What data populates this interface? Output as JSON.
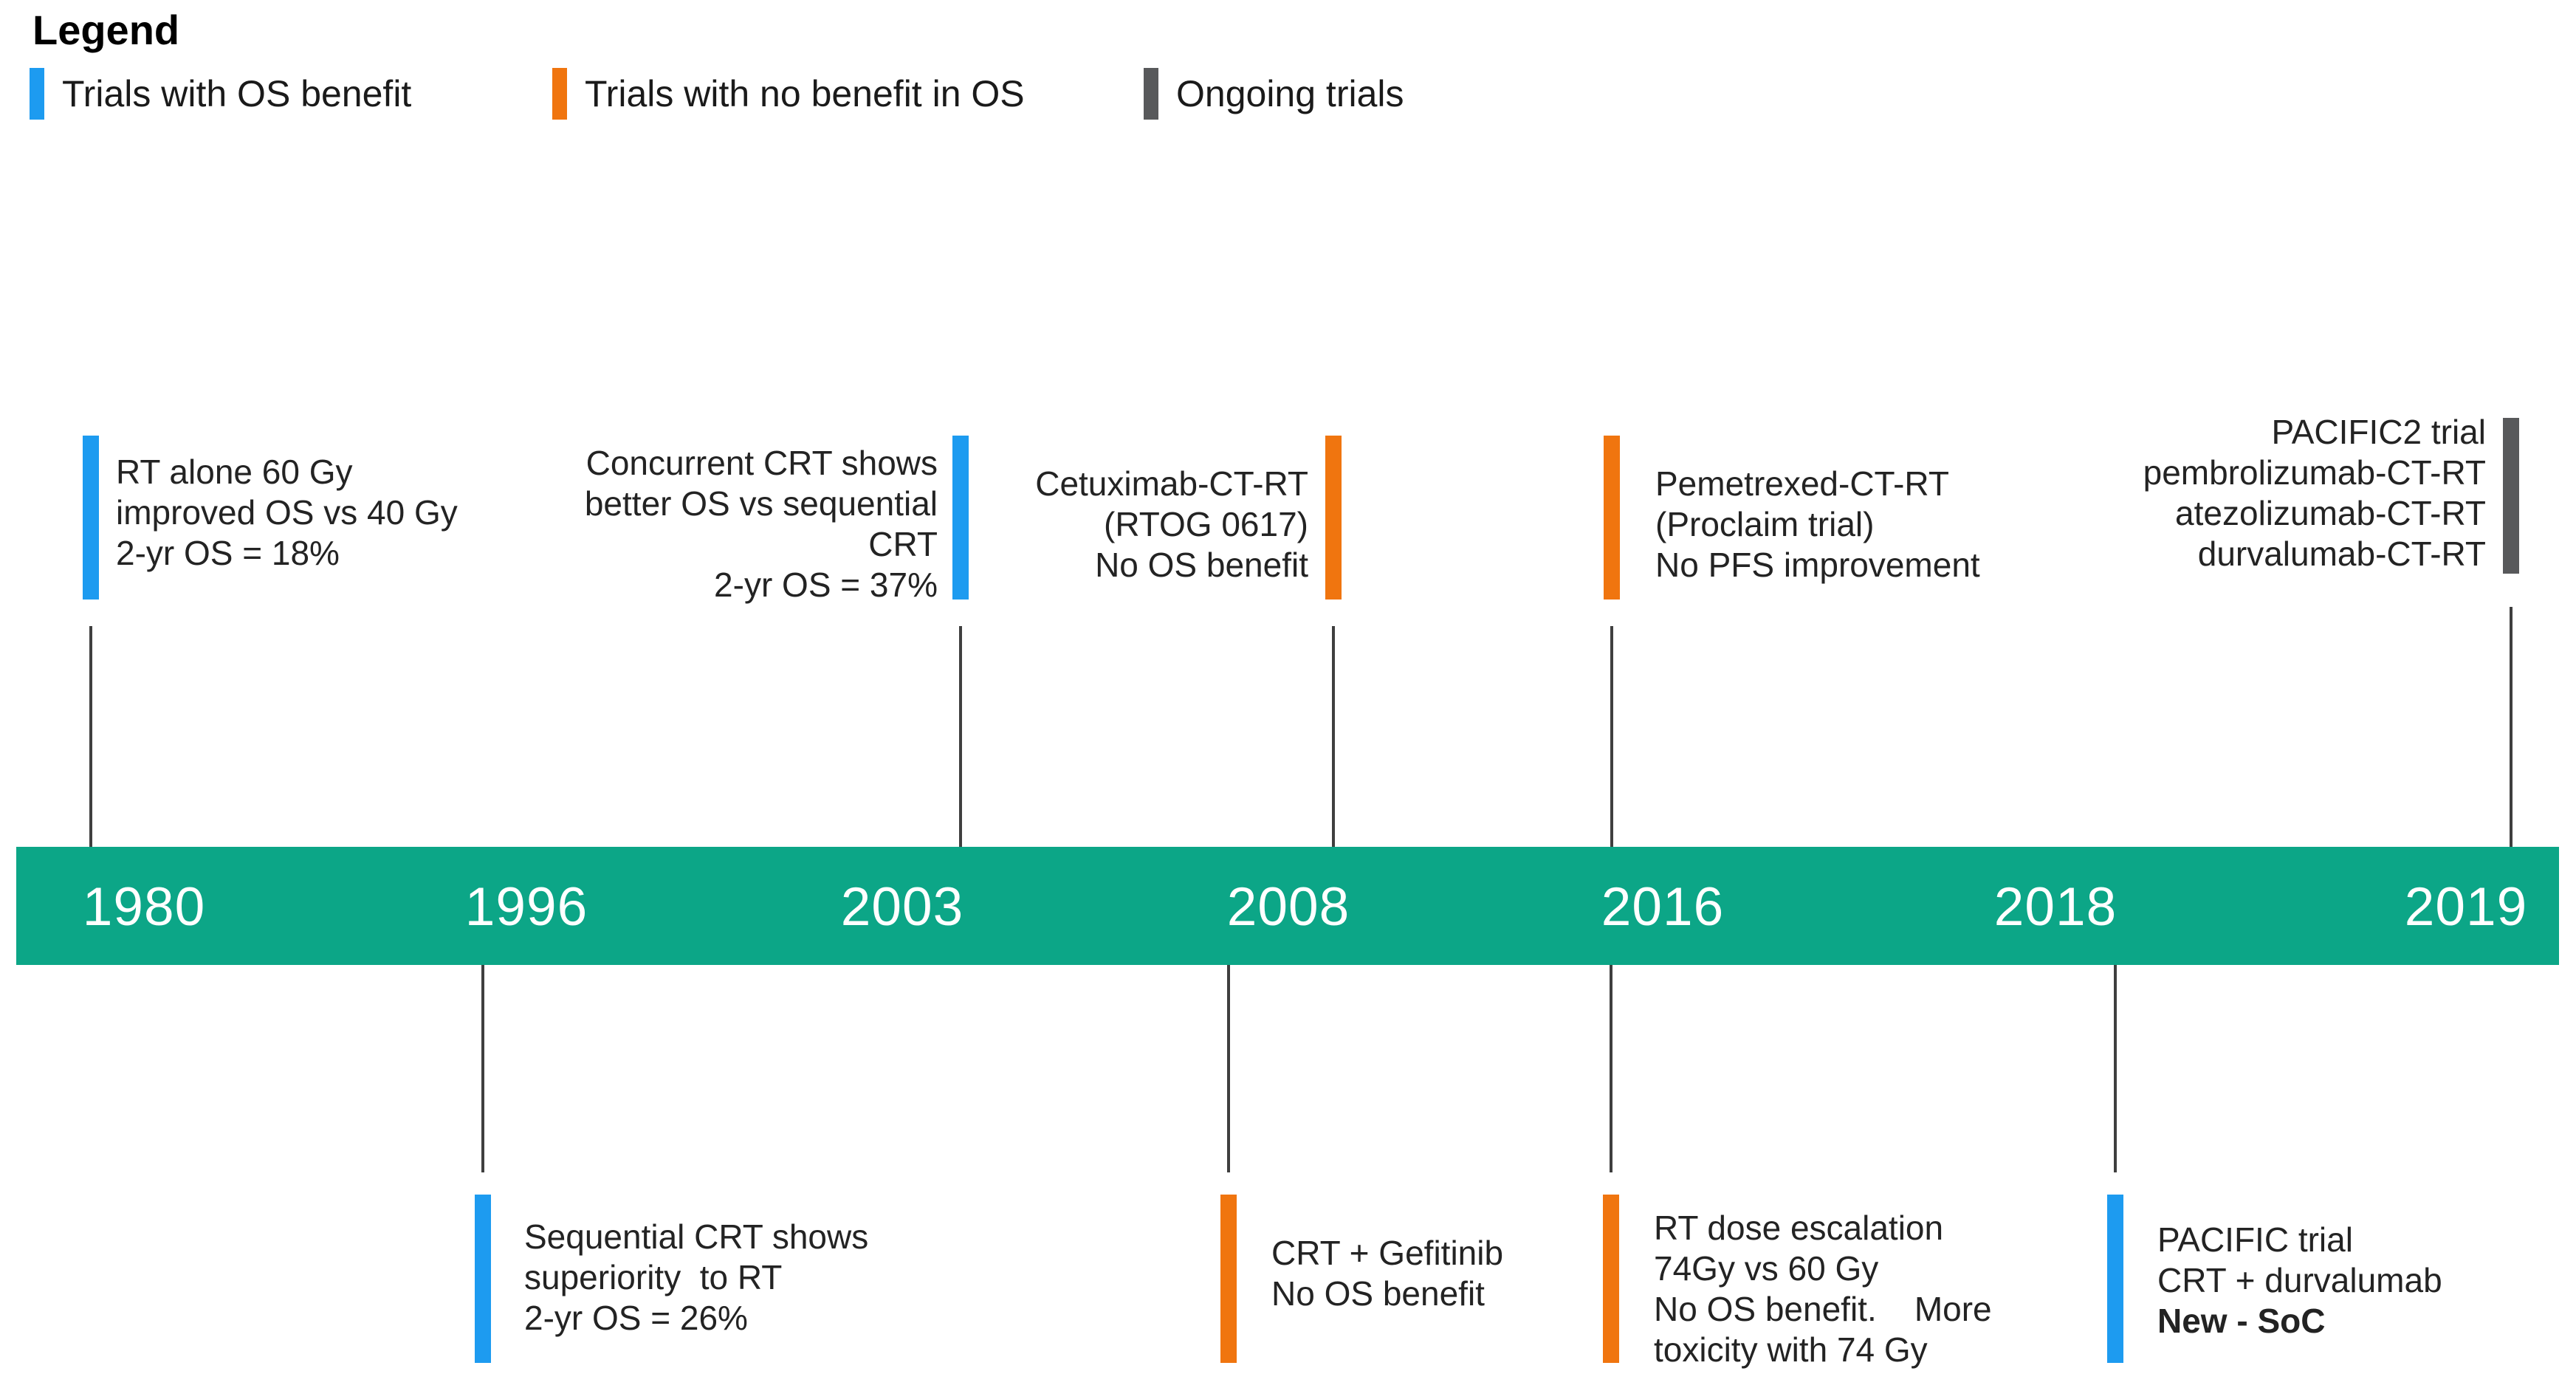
{
  "legend": {
    "title": "Legend",
    "items": [
      {
        "label": "Trials with OS benefit",
        "color": "#1d9bf0"
      },
      {
        "label": "Trials with no benefit in OS",
        "color": "#f0750f"
      },
      {
        "label": "Ongoing trials",
        "color": "#58595b"
      }
    ]
  },
  "timeline": {
    "bar_color": "#0ca687",
    "year_text_color": "#ffffff",
    "years": [
      "1980",
      "1996",
      "2003",
      "2008",
      "2016",
      "2018",
      "2019"
    ]
  },
  "annotations": {
    "top": [
      {
        "year": "1980",
        "status": "os-benefit",
        "color": "#1d9bf0",
        "lines": [
          "RT alone 60 Gy",
          "improved OS vs 40 Gy",
          "2-yr OS = 18%"
        ]
      },
      {
        "year": "2003",
        "status": "os-benefit",
        "color": "#1d9bf0",
        "lines": [
          "Concurrent CRT shows",
          "better OS vs sequential",
          "CRT",
          "2-yr OS = 37%"
        ]
      },
      {
        "year": "2008",
        "status": "no-os-benefit",
        "color": "#f0750f",
        "lines": [
          "Cetuximab-CT-RT",
          "(RTOG 0617)",
          "No OS benefit"
        ]
      },
      {
        "year": "2016",
        "status": "no-os-benefit",
        "color": "#f0750f",
        "lines": [
          "Pemetrexed-CT-RT",
          "(Proclaim trial)",
          "No PFS improvement"
        ]
      },
      {
        "year": "2019",
        "status": "ongoing",
        "color": "#58595b",
        "lines": [
          "PACIFIC2 trial",
          "pembrolizumab-CT-RT",
          "atezolizumab-CT-RT",
          "durvalumab-CT-RT"
        ]
      }
    ],
    "bottom": [
      {
        "year": "1996",
        "status": "os-benefit",
        "color": "#1d9bf0",
        "lines": [
          "Sequential CRT shows",
          "superiority  to RT",
          "2-yr OS = 26%"
        ]
      },
      {
        "year": "2008",
        "status": "no-os-benefit",
        "color": "#f0750f",
        "lines": [
          "CRT + Gefitinib",
          "No OS benefit"
        ]
      },
      {
        "year": "2016",
        "status": "no-os-benefit",
        "color": "#f0750f",
        "lines": [
          "RT dose escalation",
          "74Gy vs 60 Gy",
          "No OS benefit.    More",
          "toxicity with 74 Gy"
        ]
      },
      {
        "year": "2018",
        "status": "os-benefit",
        "color": "#1d9bf0",
        "lines": [
          "PACIFIC trial",
          "CRT + durvalumab",
          "New - SoC"
        ],
        "bold_line_index": 2
      }
    ]
  }
}
